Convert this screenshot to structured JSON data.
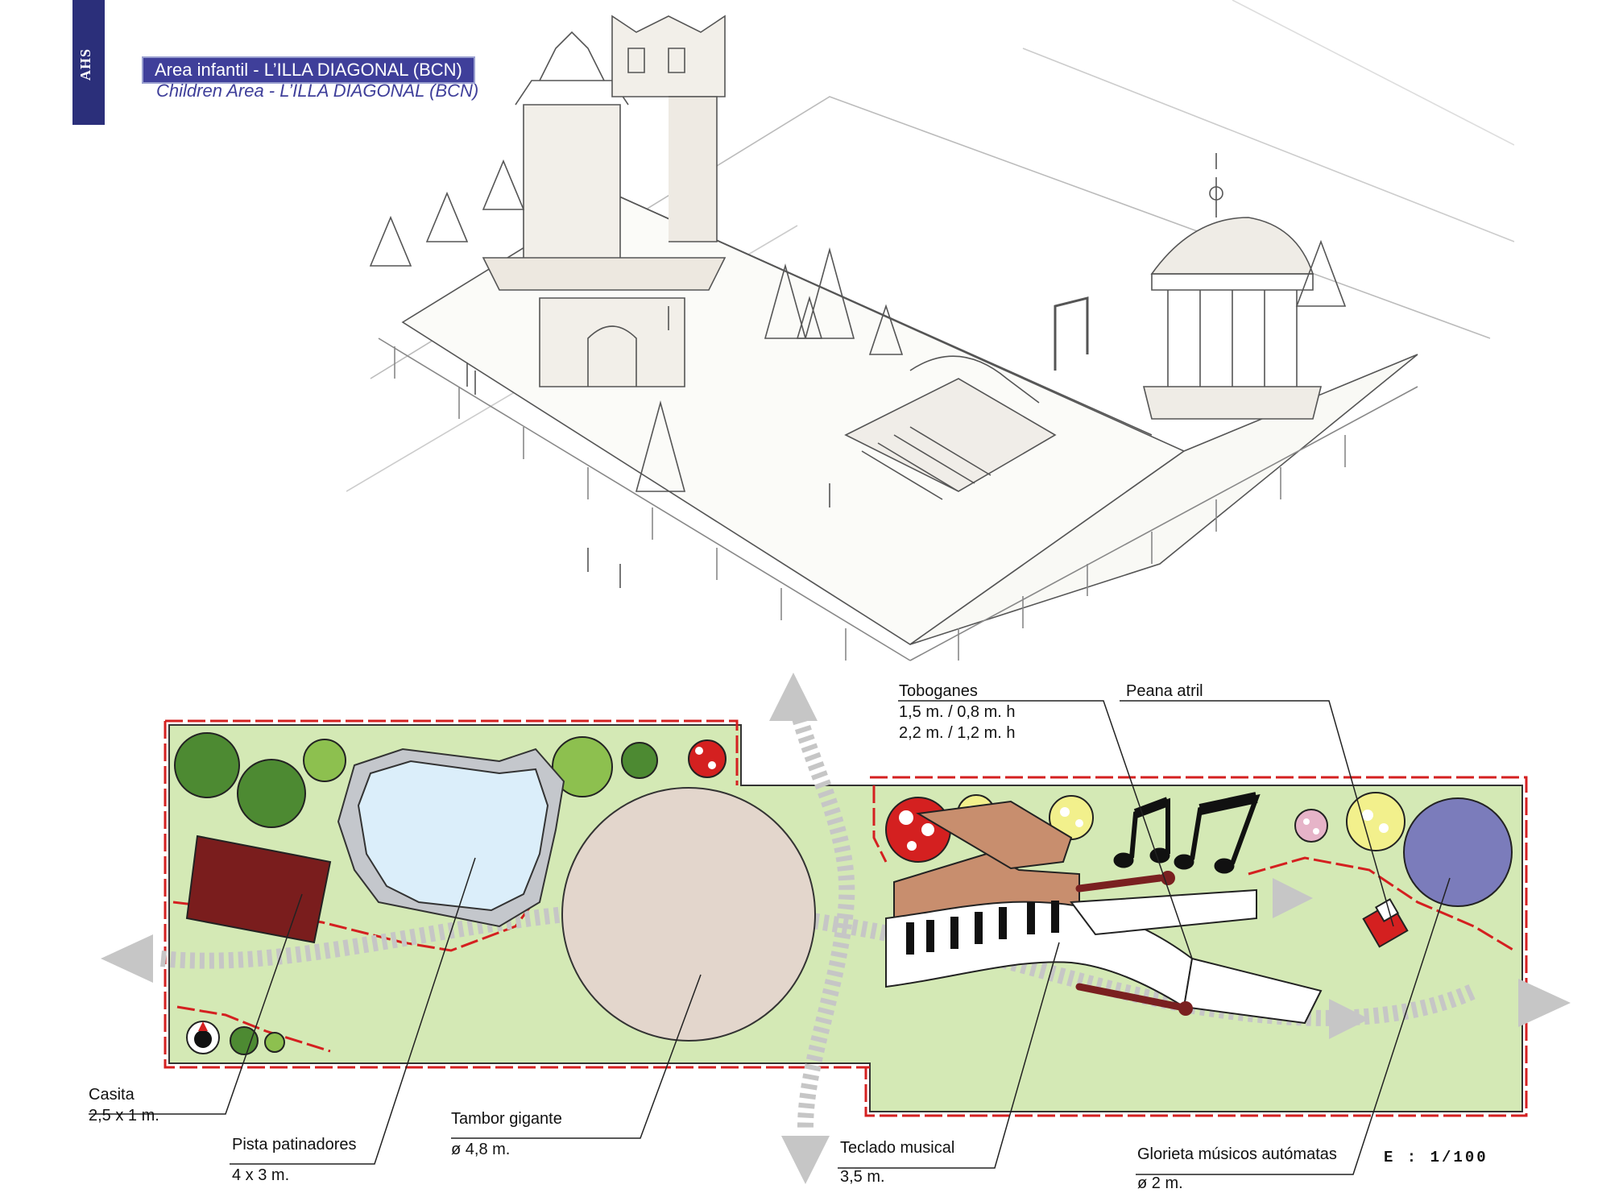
{
  "header": {
    "logo": "AHS",
    "title_es": "Area infantil - L’ILLA DIAGONAL (BCN)",
    "title_en": "Children Area - L’ILLA DIAGONAL (BCN)"
  },
  "labels": {
    "casita": {
      "name": "Casita",
      "dim": "2,5 x 1 m."
    },
    "pista": {
      "name": "Pista patinadores",
      "dim": "4 x 3 m."
    },
    "tambor": {
      "name": "Tambor gigante",
      "dim": "ø 4,8 m."
    },
    "teclado": {
      "name": "Teclado musical",
      "dim": "3,5 m."
    },
    "glorieta": {
      "name": "Glorieta músicos autómatas",
      "dim": "ø 2 m."
    },
    "toboganes": {
      "name": "Toboganes",
      "dim1": "1,5 m. / 0,8 m. h",
      "dim2": "2,2 m. / 1,2 m. h"
    },
    "peana": {
      "name": "Peana atril"
    }
  },
  "scale": "E : 1/100",
  "colors": {
    "brand": "#2b2f7a",
    "title_bg": "#3f3f9a",
    "lawn": "#d4e9b5",
    "fence": "#d42020",
    "drum": "#e3d6cc",
    "rink": "#dbeefa",
    "house": "#7a1d1d",
    "gazebo": "#7b7cbb",
    "piano": "#c88e6e"
  }
}
